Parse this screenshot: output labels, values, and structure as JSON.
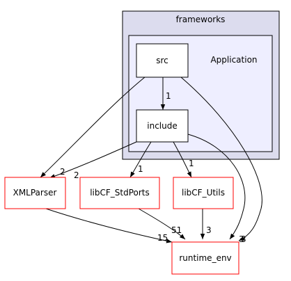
{
  "clusters": {
    "outer": {
      "label": "frameworks"
    },
    "inner": {
      "label": "Application"
    }
  },
  "nodes": {
    "src": "src",
    "include": "include",
    "xmlparser": "XMLParser",
    "stdports": "libCF_StdPorts",
    "utils": "libCF_Utils",
    "runtime": "runtime_env"
  },
  "edges": {
    "src_include": "1",
    "src_xmlparser": "2",
    "src_runtime": "3",
    "include_xmlparser": "2",
    "include_stdports": "1",
    "include_utils": "1",
    "include_runtime": "3",
    "xmlparser_runtime": "15",
    "stdports_runtime": "51",
    "utils_runtime": "3"
  },
  "colors": {
    "outer_cluster_fill": "#dcdcee",
    "inner_cluster_fill": "#eeeeff",
    "cluster_stroke": "#000000",
    "external_node_stroke": "#ff0000",
    "edge": "#000000"
  }
}
